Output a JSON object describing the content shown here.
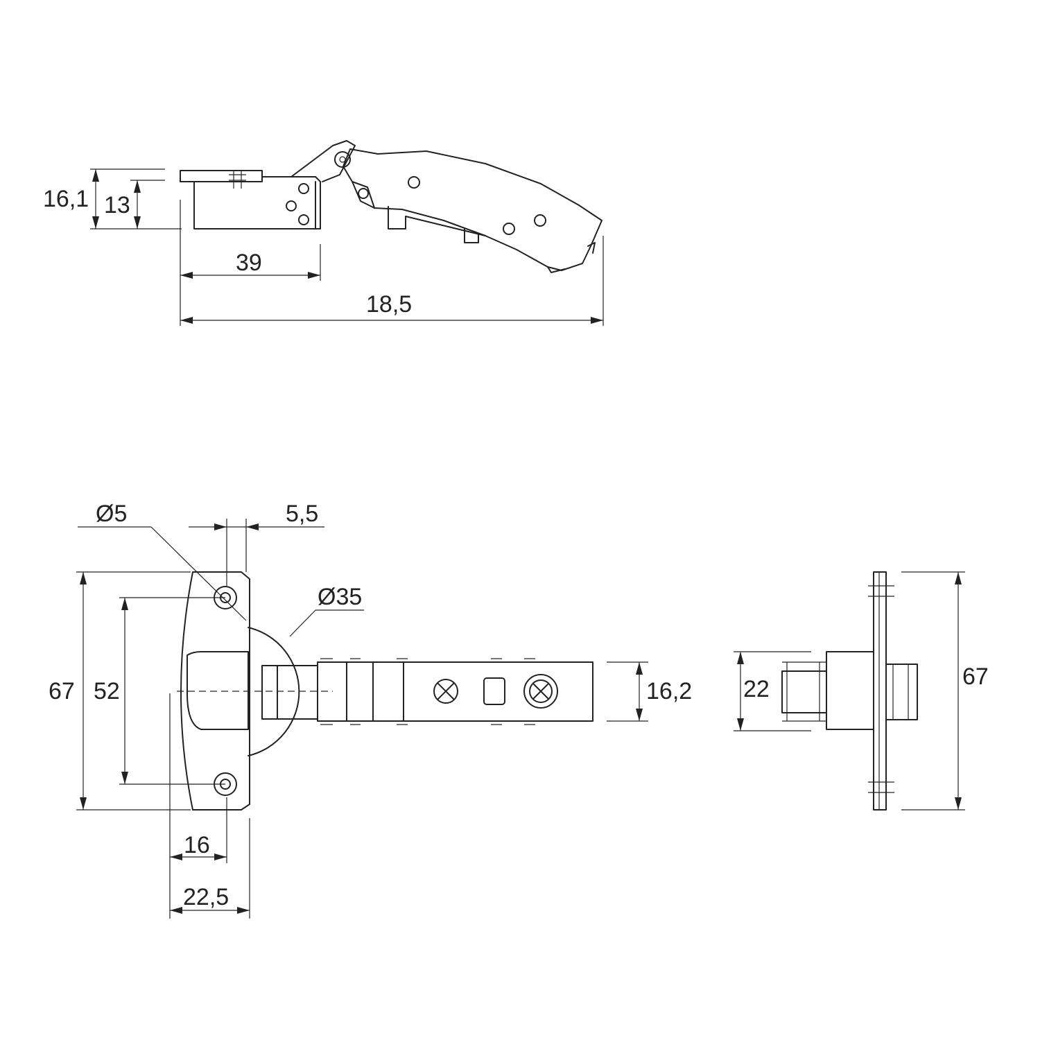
{
  "drawing": {
    "stroke_color": "#222222",
    "background": "#ffffff",
    "side_view": {
      "dims": {
        "height_total": "16,1",
        "height_cup": "13",
        "cup_depth": "39",
        "overall_length": "18,5"
      }
    },
    "top_view": {
      "dims": {
        "hole_diameter": "Ø5",
        "edge_offset": "5,5",
        "cup_diameter": "Ø35",
        "plate_height": "67",
        "hole_spacing": "52",
        "arm_width": "16,2",
        "hole_offset": "16",
        "plate_width": "22,5"
      }
    },
    "end_view": {
      "dims": {
        "arm_height": "22",
        "plate_height": "67"
      }
    }
  }
}
